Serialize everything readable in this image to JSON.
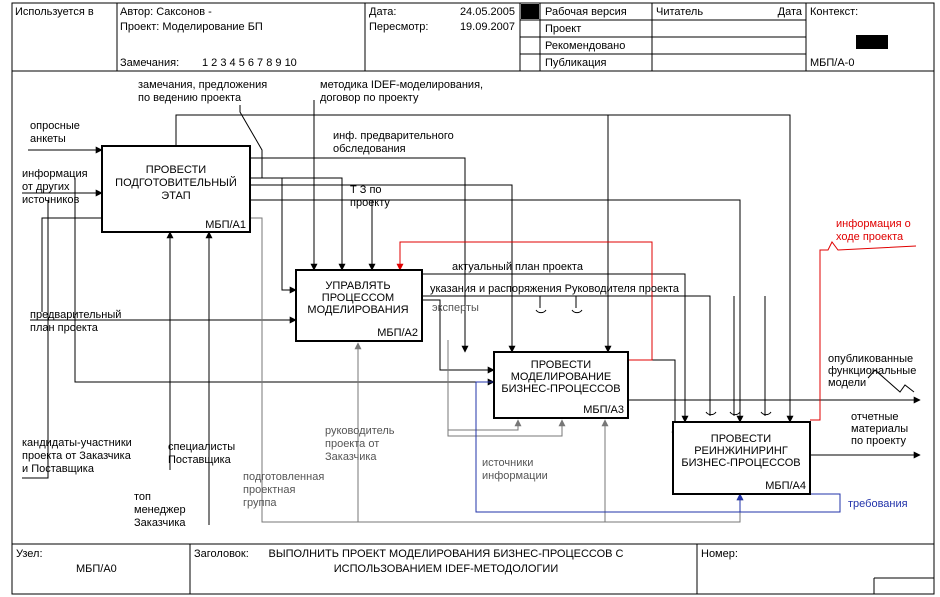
{
  "header": {
    "used_at": "Используется в",
    "author": "Автор:  Саксонов  -",
    "project": "Проект:  Моделирование БП",
    "notes_label": "Замечания:",
    "notes_numbers": "1  2  3  4  5  6  7  8  9  10",
    "date_label": "Дата:",
    "date_value": "24.05.2005",
    "rev_label": "Пересмотр:",
    "rev_value": "19.09.2007",
    "status_working": "Рабочая версия",
    "status_draft": "Проект",
    "status_recommended": "Рекомендовано",
    "status_publication": "Публикация",
    "reader": "Читатель",
    "reader_date": "Дата",
    "context": "Контекст:",
    "context_node": "МБП/А-0"
  },
  "boxes": {
    "a1_title": [
      "ПРОВЕСТИ",
      "ПОДГОТОВИТЕЛЬНЫЙ",
      "ЭТАП"
    ],
    "a1_id": "МБП/А1",
    "a2_title": [
      "УПРАВЛЯТЬ",
      "ПРОЦЕССОМ",
      "МОДЕЛИРОВАНИЯ"
    ],
    "a2_id": "МБП/А2",
    "a3_title": [
      "ПРОВЕСТИ",
      "МОДЕЛИРОВАНИЕ",
      "БИЗНЕС-ПРОЦЕССОВ"
    ],
    "a3_id": "МБП/А3",
    "a4_title": [
      "ПРОВЕСТИ",
      "РЕИНЖИНИРИНГ",
      "БИЗНЕС-ПРОЦЕССОВ"
    ],
    "a4_id": "МБП/А4"
  },
  "labels": {
    "remarks": [
      "замечания, предложения",
      "по ведению проекта"
    ],
    "idef": [
      "методика IDEF-моделирования,",
      "договор по проекту"
    ],
    "surveys": [
      "опросные",
      "анкеты"
    ],
    "other_info": [
      "информация",
      "от других",
      "источников"
    ],
    "prelim_info": [
      "инф. предварительного",
      "обследования"
    ],
    "tz": [
      "Т З по",
      "проекту"
    ],
    "progress_info": [
      "информация о",
      "ходе проекта"
    ],
    "actual_plan": "актуальный план проекта",
    "instructions": "указания и распоряжения Руководителя проекта",
    "experts": "эксперты",
    "prelim_plan": [
      "предварительный",
      "план проекта"
    ],
    "published": [
      "опубликованные",
      "функциональные",
      "модели"
    ],
    "reports": [
      "отчетные",
      "материалы",
      "по проекту"
    ],
    "requirements": "требования",
    "candidates": [
      "кандидаты-участники",
      "проекта от Заказчика",
      "и Поставщика"
    ],
    "specialists": [
      "специалисты",
      "Поставщика"
    ],
    "top_manager": [
      "топ",
      "менеджер",
      "Заказчика"
    ],
    "prepared_group": [
      "подготовленная",
      "проектная",
      "группа"
    ],
    "project_leader": [
      "руководитель",
      "проекта от",
      "Заказчика"
    ],
    "info_sources": [
      "источники",
      "информации"
    ]
  },
  "footer": {
    "node_label": "Узел:",
    "node_value": "МБП/А0",
    "title_label": "Заголовок:",
    "title_line1": "ВЫПОЛНИТЬ ПРОЕКТ МОДЕЛИРОВАНИЯ БИЗНЕС-ПРОЦЕССОВ С",
    "title_line2": "ИСПОЛЬЗОВАНИЕМ IDEF-МЕТОДОЛОГИИ",
    "number_label": "Номер:"
  },
  "colors": {
    "red_arrow": "#e00000",
    "blue_arrow": "#2233aa",
    "grey_arrow": "#777777"
  }
}
